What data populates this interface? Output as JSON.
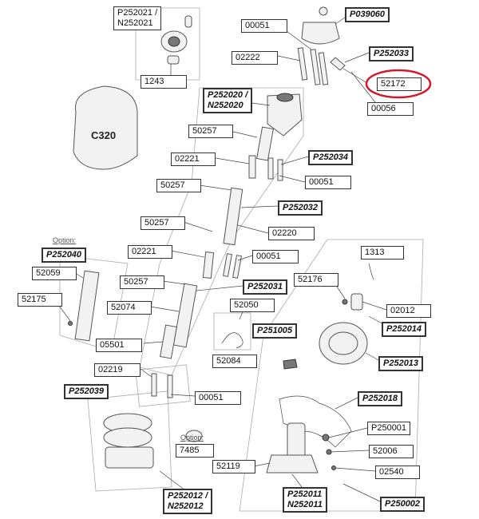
{
  "labels": {
    "p252021": "P252021 /\nN252021",
    "l1243": "1243",
    "p039060": "P039060",
    "l00051_top": "00051",
    "l02222": "02222",
    "p252033": "P252033",
    "l52172": "52172",
    "l00056": "00056",
    "p252020": "P252020 /\nN252020",
    "c320": "C320",
    "l50257_a": "50257",
    "l02221_a": "02221",
    "p252034": "P252034",
    "l00051_b": "00051",
    "l50257_b": "50257",
    "p252032": "P252032",
    "l50257_c": "50257",
    "l02220": "02220",
    "option_1": "Option:",
    "p252040": "P252040",
    "l02221_b": "02221",
    "l00051_c": "00051",
    "l52059": "52059",
    "l50257_d": "50257",
    "p252031": "P252031",
    "l52175": "52175",
    "l52074": "52074",
    "l52050": "52050",
    "l1313": "1313",
    "l52176": "52176",
    "l02012": "02012",
    "p252014": "P252014",
    "p251005": "P251005",
    "l05501": "05501",
    "l52084": "52084",
    "p252013": "P252013",
    "l02219": "02219",
    "p252039": "P252039",
    "l00051_d": "00051",
    "p252018": "P252018",
    "option_2": "Option:",
    "l7485": "7485",
    "p250001": "P250001",
    "l52006": "52006",
    "l52119": "52119",
    "l02540": "02540",
    "p252012": "P252012 /\nN252012",
    "p252011": "P252011\nN252011",
    "p250002": "P250002"
  },
  "colors": {
    "highlight": "#d0192a",
    "line": "#444444",
    "part_fill": "#f2f2f2"
  },
  "highlighted_part": "l52172"
}
